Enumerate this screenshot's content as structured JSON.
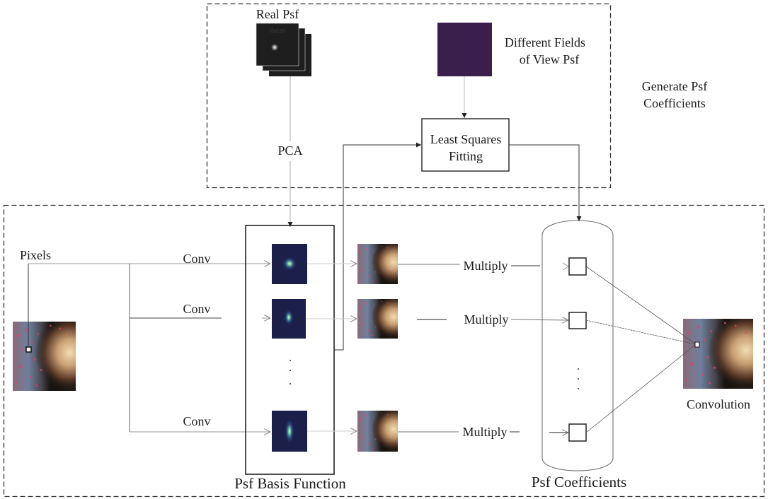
{
  "top_section": {
    "real_psf_label": "Real Psf",
    "real_psf_watermark": "datas",
    "fov_label_line1": "Different Fields",
    "fov_label_line2": "of View Psf",
    "pca_label": "PCA",
    "lsq_line1": "Least Squares",
    "lsq_line2": "Fitting",
    "section_title_line1": "Generate Psf",
    "section_title_line2": "Coefficients"
  },
  "bottom_section": {
    "pixels_label": "Pixels",
    "conv_labels": [
      "Conv",
      "Conv",
      "Conv"
    ],
    "multiply_labels": [
      "Multiply",
      "Multiply",
      "Multiply"
    ],
    "basis_label": "Psf Basis Function",
    "coefficients_label": "Psf Coefficients",
    "convolution_label": "Convolution"
  },
  "colors": {
    "fov_psf": "#3a1f4c",
    "psf_basis_bg": "#1c1f4a",
    "line": "#333333"
  }
}
